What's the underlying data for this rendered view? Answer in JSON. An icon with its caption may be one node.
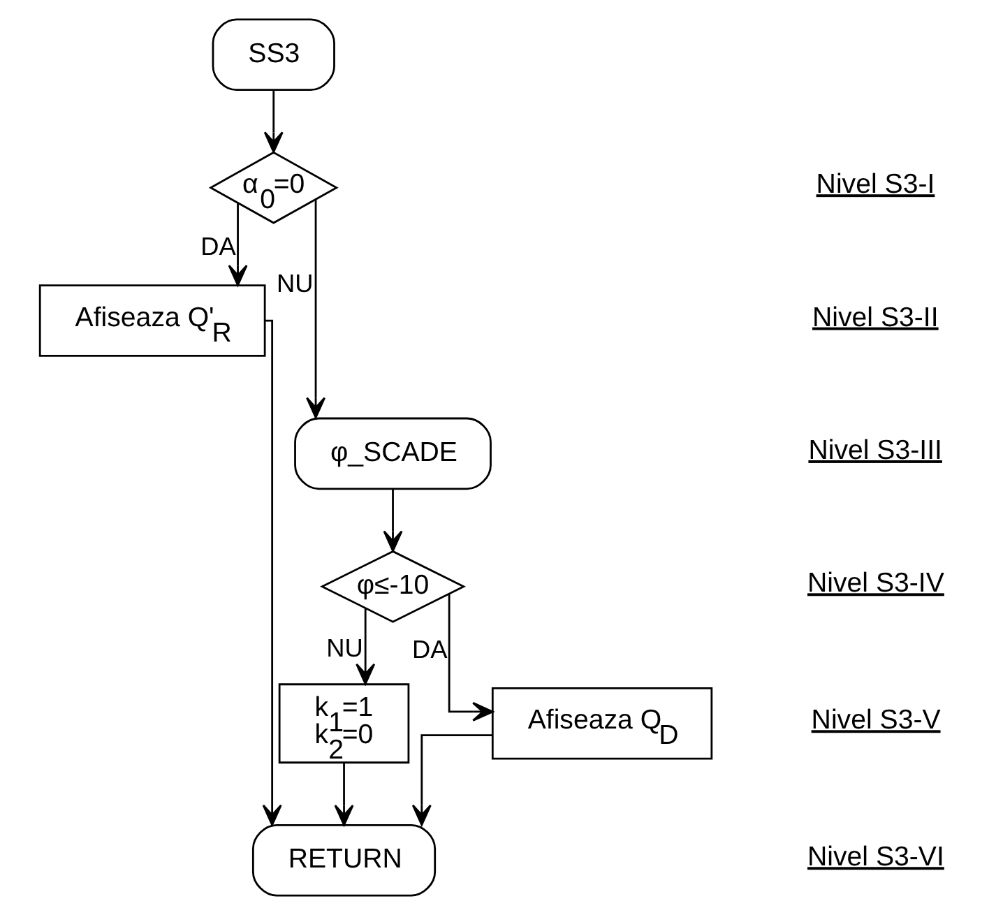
{
  "diagram": {
    "nodes": [
      {
        "text": [
          "SS3"
        ]
      },
      {
        "text": [
          "α$_{0}$=0"
        ]
      },
      {
        "text": [
          "Afiseaza Q'$_{R}$"
        ]
      },
      {
        "text": [
          "φ_SCADE"
        ]
      },
      {
        "text": [
          "φ≤-10"
        ]
      },
      {
        "text": [
          "k$_{1}$=1",
          "k$_{2}$=0"
        ]
      },
      {
        "text": [
          "Afiseaza Q$_{D}$"
        ]
      },
      {
        "text": [
          "RETURN"
        ]
      }
    ],
    "edges": [
      {
        "from": 0,
        "to": 1,
        "arrow": "to"
      },
      {
        "from": 1,
        "to": 2,
        "label": "DA",
        "arrow": "to"
      },
      {
        "from": 1,
        "to": 3,
        "label": "NU",
        "arrow": "to"
      },
      {
        "from": 3,
        "to": 4,
        "arrow": "to"
      },
      {
        "from": 4,
        "to": 5,
        "label": "NU",
        "arrow": "to"
      },
      {
        "from": 4,
        "to": 6,
        "label": "DA",
        "arrow": "to"
      },
      {
        "from": 2,
        "to": 7,
        "arrow": "to"
      },
      {
        "from": 5,
        "to": 7,
        "arrow": "to"
      },
      {
        "from": 6,
        "to": 7,
        "arrow": "to"
      }
    ],
    "labels": [
      "Nivel S3-I",
      "Nivel S3-II",
      "Nivel S3-III",
      "Nivel S3-IV",
      "Nivel S3-V",
      "Nivel S3-VI"
    ]
  }
}
